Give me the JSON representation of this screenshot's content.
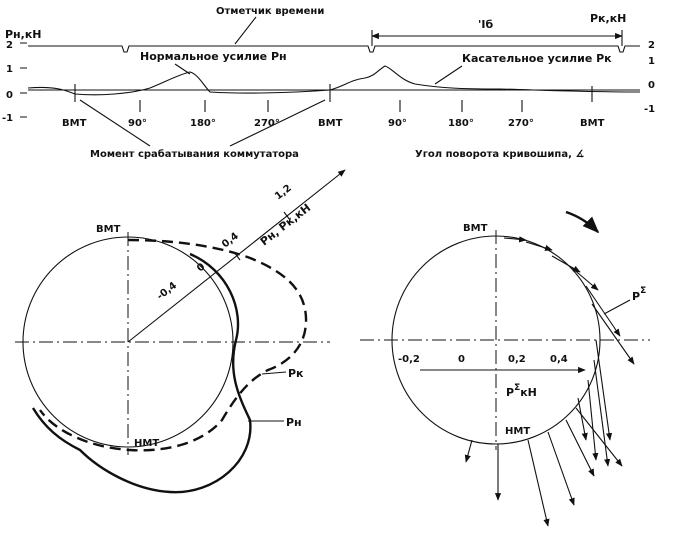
{
  "oscillogram": {
    "timer_label": "Отметчик времени",
    "left_axis_label": "Рн,кН",
    "right_axis_label": "Рк,кН",
    "left_ticks": [
      "2",
      "1",
      "0",
      "-1"
    ],
    "right_ticks": [
      "2",
      "1",
      "0",
      "-1"
    ],
    "period_label": "'Iб",
    "normal_force_label": "Нормальное усилие Рн",
    "tangential_force_label": "Касательное усилие Рк",
    "x_ticks_first": [
      "ВМТ",
      "90°",
      "180°",
      "270°"
    ],
    "x_ticks_second": [
      "ВМТ",
      "90°",
      "180°",
      "270°",
      "ВМТ"
    ],
    "commutator_label": "Момент срабатывания коммутатора",
    "crank_angle_label": "Угол поворота кривошипа, ∡"
  },
  "left_polar": {
    "top_label": "ВМТ",
    "bottom_label": "НМТ",
    "ray_ticks": [
      "-0,4",
      "0",
      "0,4",
      "1,2"
    ],
    "ray_label": "Рн, Рк,кН",
    "curve_pk_label": "Рк",
    "curve_pn_label": "Рн"
  },
  "right_polar": {
    "top_label": "ВМТ",
    "bottom_label": "НМТ",
    "force_label": "Р",
    "force_sup": "Σ",
    "scale_ticks": [
      "-0,2",
      "0",
      "0,2",
      "0,4"
    ],
    "scale_label_main": "Р",
    "scale_label_sup": "Σ",
    "scale_label_unit": "кН"
  }
}
